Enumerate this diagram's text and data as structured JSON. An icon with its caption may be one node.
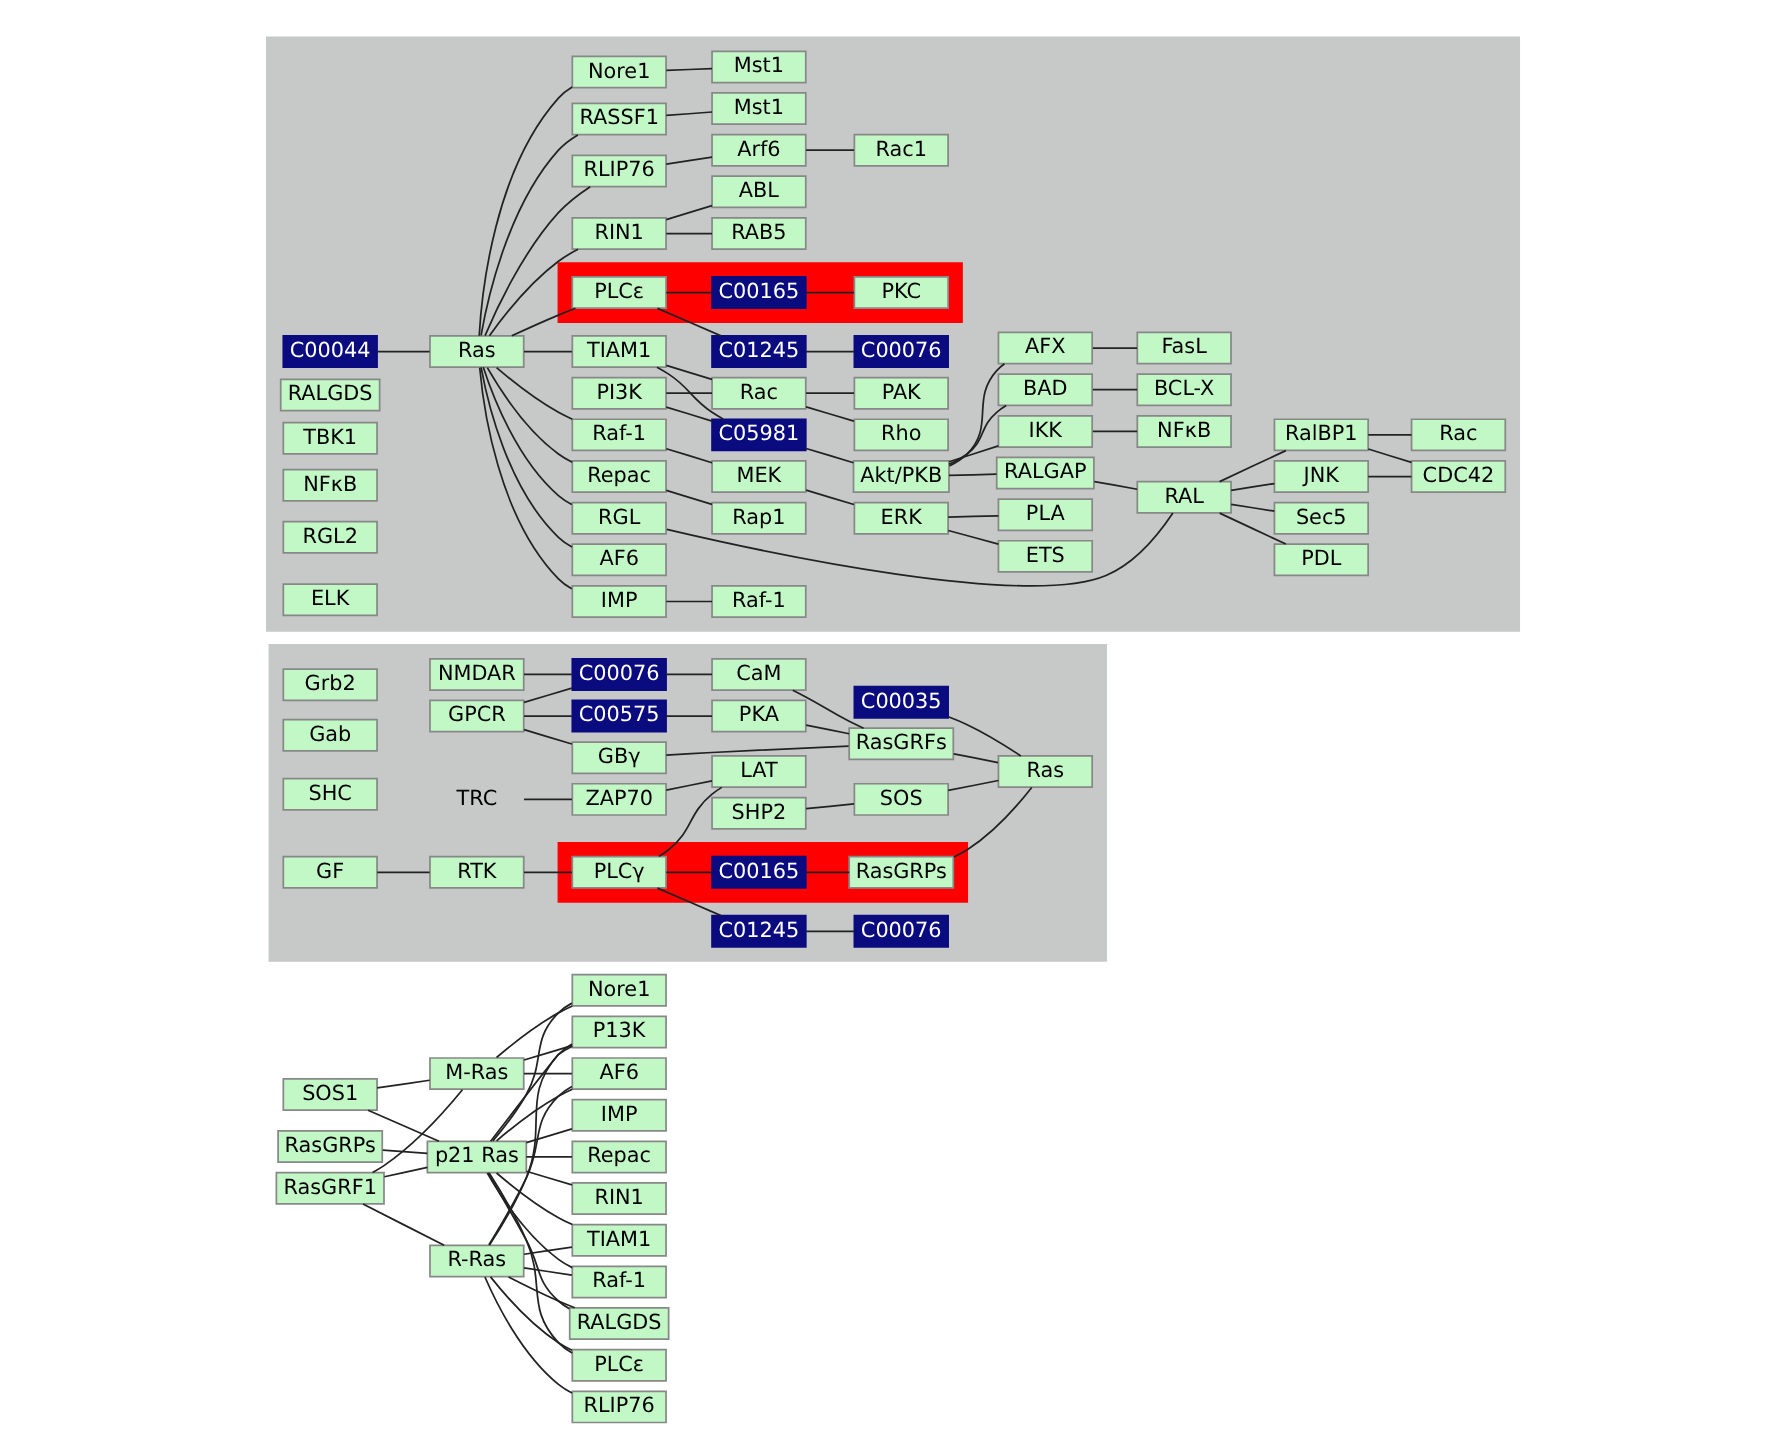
{
  "diagram": {
    "nodes": [
      {
        "text": [
          "SOS1"
        ]
      },
      {
        "text": [
          "p21 Ras"
        ]
      },
      {
        "text": [
          "RasGRPs"
        ]
      },
      {
        "text": [
          "M-Ras"
        ]
      },
      {
        "text": [
          "RasGRF1"
        ]
      },
      {
        "text": [
          "R-Ras"
        ]
      },
      {
        "text": [
          "Nore1"
        ]
      },
      {
        "text": [
          "TIAM1"
        ]
      },
      {
        "text": [
          "P13K"
        ]
      },
      {
        "text": [
          "AF6"
        ]
      },
      {
        "text": [
          "Raf-1"
        ]
      },
      {
        "text": [
          "IMP"
        ]
      },
      {
        "text": [
          "Repac"
        ]
      },
      {
        "text": [
          "RALGDS"
        ]
      },
      {
        "text": [
          "PLCε"
        ]
      },
      {
        "text": [
          "RIN1"
        ]
      },
      {
        "text": [
          "RLIP76"
        ]
      },
      {
        "text": [],
        "shape": "box"
      },
      {
        "text": [
          "C00035"
        ],
        "in": 17
      },
      {
        "text": [
          "Grb2"
        ],
        "in": 17
      },
      {
        "text": [
          "Gab"
        ],
        "in": 17
      },
      {
        "text": [
          "SOS"
        ],
        "in": 17
      },
      {
        "text": [
          "Ras"
        ],
        "in": 17
      },
      {
        "text": [
          "SHC"
        ],
        "in": 17
      },
      {
        "text": [
          "SHP2"
        ],
        "in": 17
      },
      {
        "text": [
          "C01245"
        ],
        "in": 17
      },
      {
        "text": [
          "C00076"
        ],
        "in": 17
      },
      {
        "text": [
          "GF"
        ],
        "in": 17
      },
      {
        "text": [
          "RTK"
        ],
        "in": 17
      },
      {
        "text": [],
        "shape": "box",
        "in": 17
      },
      {
        "text": [
          "PLCγ"
        ],
        "in": 29
      },
      {
        "text": [
          "C00165"
        ],
        "in": 29
      },
      {
        "text": [
          "RasGRPs"
        ],
        "in": 29
      },
      {
        "text": [
          "TRC"
        ],
        "in": 17
      },
      {
        "text": [
          "ZAP70"
        ],
        "in": 17
      },
      {
        "text": [
          "LAT"
        ],
        "in": 17
      },
      {
        "text": [
          "GPCR"
        ],
        "in": 17
      },
      {
        "text": [
          "GBγ"
        ],
        "in": 17
      },
      {
        "text": [
          "RasGRFs"
        ],
        "in": 17
      },
      {
        "text": [
          "C00575"
        ],
        "in": 17
      },
      {
        "text": [
          "PKA"
        ],
        "in": 17
      },
      {
        "text": [
          "NMDAR"
        ],
        "in": 17
      },
      {
        "text": [
          "C00076"
        ],
        "in": 17
      },
      {
        "text": [
          "CaM"
        ],
        "in": 17
      },
      {
        "text": [],
        "shape": "box"
      },
      {
        "text": [
          "RASSF1"
        ],
        "in": 44
      },
      {
        "text": [
          "Mst1"
        ],
        "in": 44
      },
      {
        "text": [
          "Nore1"
        ],
        "in": 44
      },
      {
        "text": [
          "Mst1"
        ],
        "in": 44
      },
      {
        "text": [
          "PAK"
        ],
        "in": 44
      },
      {
        "text": [
          "C00044"
        ],
        "in": 44
      },
      {
        "text": [
          "TIAM1"
        ],
        "in": 44
      },
      {
        "text": [
          "Rac"
        ],
        "in": 44
      },
      {
        "text": [
          "Rho"
        ],
        "in": 44
      },
      {
        "text": [
          "Ras"
        ],
        "in": 44
      },
      {
        "text": [
          "PI3K"
        ],
        "in": 44
      },
      {
        "text": [
          "C05981"
        ],
        "in": 44
      },
      {
        "text": [
          "Akt/PKB"
        ],
        "in": 44
      },
      {
        "text": [
          "IKK"
        ],
        "in": 44
      },
      {
        "text": [
          "NFκB"
        ],
        "in": 44
      },
      {
        "text": [
          "BAD"
        ],
        "in": 44
      },
      {
        "text": [
          "BCL-X"
        ],
        "in": 44
      },
      {
        "text": [
          "AFX"
        ],
        "in": 44
      },
      {
        "text": [
          "FasL"
        ],
        "in": 44
      },
      {
        "text": [
          "RALGDS"
        ],
        "in": 44
      },
      {
        "text": [
          "RALGAP"
        ],
        "in": 44
      },
      {
        "text": [
          "PDL"
        ],
        "in": 44
      },
      {
        "text": [
          "RGL"
        ],
        "in": 44
      },
      {
        "text": [
          "RAL"
        ],
        "in": 44
      },
      {
        "text": [
          "Sec5"
        ],
        "in": 44
      },
      {
        "text": [
          "TBK1"
        ],
        "in": 44
      },
      {
        "text": [
          "NFκB"
        ],
        "in": 44
      },
      {
        "text": [
          "JNK"
        ],
        "in": 44
      },
      {
        "text": [
          "CDC42"
        ],
        "in": 44
      },
      {
        "text": [
          "RalBP1"
        ],
        "in": 44
      },
      {
        "text": [
          "Rac"
        ],
        "in": 44
      },
      {
        "text": [
          "RGL2"
        ],
        "in": 44
      },
      {
        "text": [
          "AF6"
        ],
        "in": 44
      },
      {
        "text": [
          "IMP"
        ],
        "in": 44
      },
      {
        "text": [
          "Raf-1"
        ],
        "in": 44
      },
      {
        "text": [
          "Raf-1"
        ],
        "in": 44
      },
      {
        "text": [
          "MEK"
        ],
        "in": 44
      },
      {
        "text": [
          "ERK"
        ],
        "in": 44
      },
      {
        "text": [
          "PLA"
        ],
        "in": 44
      },
      {
        "text": [
          "ELK"
        ],
        "in": 44
      },
      {
        "text": [
          "ETS"
        ],
        "in": 44
      },
      {
        "text": [
          "Repac"
        ],
        "in": 44
      },
      {
        "text": [
          "Rap1"
        ],
        "in": 44
      },
      {
        "text": [],
        "shape": "box",
        "in": 44
      },
      {
        "text": [
          "PLCε"
        ],
        "in": 88
      },
      {
        "text": [
          "C00165"
        ],
        "in": 88
      },
      {
        "text": [
          "PKC"
        ],
        "in": 88
      },
      {
        "text": [
          "C01245"
        ],
        "in": 44
      },
      {
        "text": [
          "C00076"
        ],
        "in": 44
      },
      {
        "text": [
          "RIN1"
        ],
        "in": 44
      },
      {
        "text": [
          "ABL"
        ],
        "in": 44
      },
      {
        "text": [
          "RAB5"
        ],
        "in": 44
      },
      {
        "text": [
          "RLIP76"
        ],
        "in": 44
      },
      {
        "text": [
          "Arf6"
        ],
        "in": 44
      },
      {
        "text": [
          "Rac1"
        ],
        "in": 44
      }
    ],
    "edges": [
      {
        "from": 0,
        "to": 1,
        "arrow": "none"
      },
      {
        "from": 0,
        "to": 3,
        "arrow": "none"
      },
      {
        "from": 2,
        "to": 1,
        "arrow": "none"
      },
      {
        "from": 4,
        "to": 1,
        "arrow": "none"
      },
      {
        "from": 4,
        "to": 3,
        "arrow": "none"
      },
      {
        "from": 4,
        "to": 5,
        "arrow": "none"
      },
      {
        "from": 1,
        "to": 6,
        "arrow": "none"
      },
      {
        "from": 1,
        "to": 7,
        "arrow": "none"
      },
      {
        "from": 1,
        "to": 8,
        "arrow": "none"
      },
      {
        "from": 1,
        "to": 9,
        "arrow": "none"
      },
      {
        "from": 1,
        "to": 10,
        "arrow": "none"
      },
      {
        "from": 1,
        "to": 11,
        "arrow": "none"
      },
      {
        "from": 1,
        "to": 12,
        "arrow": "none"
      },
      {
        "from": 1,
        "to": 13,
        "arrow": "none"
      },
      {
        "from": 1,
        "to": 14,
        "arrow": "none"
      },
      {
        "from": 1,
        "to": 15,
        "arrow": "none"
      },
      {
        "from": 3,
        "to": 6,
        "arrow": "none"
      },
      {
        "from": 3,
        "to": 8,
        "arrow": "none"
      },
      {
        "from": 3,
        "to": 9,
        "arrow": "none"
      },
      {
        "from": 5,
        "to": 7,
        "arrow": "none"
      },
      {
        "from": 5,
        "to": 8,
        "arrow": "none"
      },
      {
        "from": 5,
        "to": 9,
        "arrow": "none"
      },
      {
        "from": 5,
        "to": 10,
        "arrow": "none"
      },
      {
        "from": 5,
        "to": 13,
        "arrow": "none"
      },
      {
        "from": 5,
        "to": 14,
        "arrow": "none"
      },
      {
        "from": 5,
        "to": 16,
        "arrow": "none"
      },
      {
        "from": 18,
        "to": 22,
        "arrow": "none"
      },
      {
        "from": 24,
        "to": 21,
        "arrow": "none"
      },
      {
        "from": 21,
        "to": 22,
        "arrow": "none"
      },
      {
        "from": 25,
        "to": 26,
        "arrow": "none"
      },
      {
        "from": 30,
        "to": 25,
        "arrow": "none"
      },
      {
        "from": 27,
        "to": 28,
        "arrow": "none"
      },
      {
        "from": 28,
        "to": 30,
        "arrow": "none"
      },
      {
        "from": 30,
        "to": 31,
        "arrow": "none"
      },
      {
        "from": 31,
        "to": 32,
        "arrow": "none"
      },
      {
        "from": 32,
        "to": 22,
        "arrow": "none"
      },
      {
        "from": 30,
        "to": 35,
        "arrow": "none"
      },
      {
        "from": 33,
        "to": 34,
        "arrow": "none"
      },
      {
        "from": 34,
        "to": 35,
        "arrow": "none"
      },
      {
        "from": 36,
        "to": 37,
        "arrow": "none"
      },
      {
        "from": 37,
        "to": 38,
        "arrow": "none"
      },
      {
        "from": 36,
        "to": 39,
        "arrow": "none"
      },
      {
        "from": 36,
        "to": 42,
        "arrow": "none"
      },
      {
        "from": 38,
        "to": 22,
        "arrow": "none"
      },
      {
        "from": 39,
        "to": 40,
        "arrow": "none"
      },
      {
        "from": 40,
        "to": 38,
        "arrow": "none"
      },
      {
        "from": 41,
        "to": 42,
        "arrow": "none"
      },
      {
        "from": 42,
        "to": 43,
        "arrow": "none"
      },
      {
        "from": 43,
        "to": 38,
        "arrow": "none"
      },
      {
        "from": 50,
        "to": 54,
        "arrow": "none"
      },
      {
        "from": 54,
        "to": 45,
        "arrow": "none"
      },
      {
        "from": 54,
        "to": 47,
        "arrow": "none"
      },
      {
        "from": 54,
        "to": 51,
        "arrow": "none"
      },
      {
        "from": 54,
        "to": 67,
        "arrow": "none"
      },
      {
        "from": 54,
        "to": 77,
        "arrow": "none"
      },
      {
        "from": 54,
        "to": 78,
        "arrow": "none"
      },
      {
        "from": 54,
        "to": 79,
        "arrow": "none"
      },
      {
        "from": 54,
        "to": 86,
        "arrow": "none"
      },
      {
        "from": 54,
        "to": 89,
        "arrow": "none"
      },
      {
        "from": 54,
        "to": 94,
        "arrow": "none"
      },
      {
        "from": 54,
        "to": 97,
        "arrow": "none"
      },
      {
        "from": 45,
        "to": 46,
        "arrow": "none"
      },
      {
        "from": 47,
        "to": 48,
        "arrow": "none"
      },
      {
        "from": 51,
        "to": 52,
        "arrow": "none"
      },
      {
        "from": 52,
        "to": 49,
        "arrow": "none"
      },
      {
        "from": 52,
        "to": 53,
        "arrow": "none"
      },
      {
        "from": 51,
        "to": 56,
        "arrow": "none"
      },
      {
        "from": 55,
        "to": 52,
        "arrow": "none"
      },
      {
        "from": 55,
        "to": 56,
        "arrow": "none"
      },
      {
        "from": 56,
        "to": 57,
        "arrow": "none"
      },
      {
        "from": 57,
        "to": 58,
        "arrow": "none"
      },
      {
        "from": 57,
        "to": 60,
        "arrow": "none"
      },
      {
        "from": 57,
        "to": 62,
        "arrow": "none"
      },
      {
        "from": 58,
        "to": 59,
        "arrow": "none"
      },
      {
        "from": 60,
        "to": 61,
        "arrow": "none"
      },
      {
        "from": 62,
        "to": 63,
        "arrow": "none"
      },
      {
        "from": 57,
        "to": 65,
        "arrow": "none"
      },
      {
        "from": 65,
        "to": 68,
        "arrow": "none"
      },
      {
        "from": 67,
        "to": 68,
        "arrow": "none"
      },
      {
        "from": 68,
        "to": 66,
        "arrow": "none"
      },
      {
        "from": 68,
        "to": 69,
        "arrow": "none"
      },
      {
        "from": 68,
        "to": 72,
        "arrow": "none"
      },
      {
        "from": 68,
        "to": 74,
        "arrow": "none"
      },
      {
        "from": 72,
        "to": 73,
        "arrow": "none"
      },
      {
        "from": 74,
        "to": 73,
        "arrow": "none"
      },
      {
        "from": 74,
        "to": 75,
        "arrow": "none"
      },
      {
        "from": 78,
        "to": 80,
        "arrow": "none"
      },
      {
        "from": 79,
        "to": 81,
        "arrow": "none"
      },
      {
        "from": 81,
        "to": 82,
        "arrow": "none"
      },
      {
        "from": 82,
        "to": 83,
        "arrow": "none"
      },
      {
        "from": 82,
        "to": 85,
        "arrow": "none"
      },
      {
        "from": 86,
        "to": 87,
        "arrow": "none"
      },
      {
        "from": 89,
        "to": 90,
        "arrow": "none"
      },
      {
        "from": 89,
        "to": 92,
        "arrow": "none"
      },
      {
        "from": 90,
        "to": 91,
        "arrow": "none"
      },
      {
        "from": 92,
        "to": 93,
        "arrow": "none"
      },
      {
        "from": 94,
        "to": 95,
        "arrow": "none"
      },
      {
        "from": 94,
        "to": 96,
        "arrow": "none"
      },
      {
        "from": 97,
        "to": 98,
        "arrow": "none"
      },
      {
        "from": 98,
        "to": 99,
        "arrow": "none"
      }
    ]
  }
}
